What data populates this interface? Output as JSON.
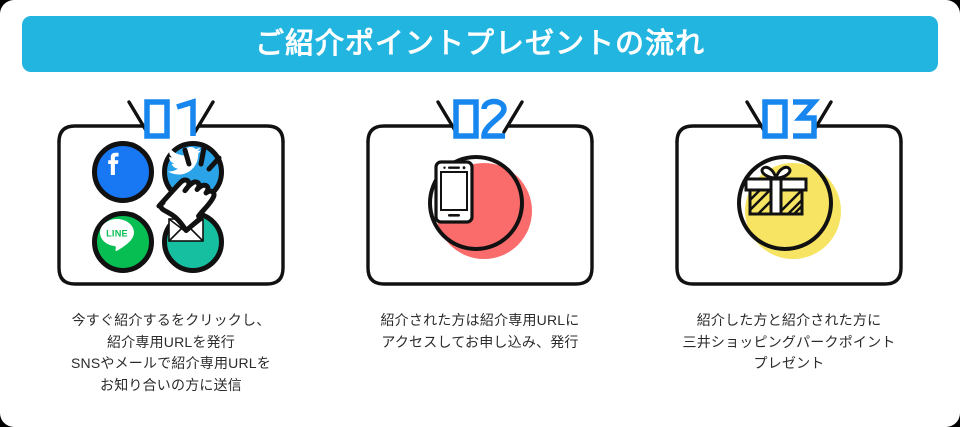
{
  "page": {
    "background_color": "#000000",
    "surface_color": "#ffffff"
  },
  "header": {
    "title": "ご紹介ポイントプレゼントの流れ",
    "background_color": "#22b5e0",
    "text_color": "#ffffff"
  },
  "steps": [
    {
      "number": "01",
      "number_color": "#1787ef",
      "icons": [
        {
          "name": "facebook-icon",
          "label": "f",
          "color": "#1877f2"
        },
        {
          "name": "twitter-icon",
          "label": "Twitter",
          "color": "#2ba3e8"
        },
        {
          "name": "line-icon",
          "label": "LINE",
          "color": "#06be52"
        },
        {
          "name": "mail-icon",
          "label": "Mail",
          "color": "#16bfa0"
        }
      ],
      "pointer": "pointing-hand-cursor",
      "caption_lines": [
        "今すぐ紹介するをクリックし、",
        "紹介専用URLを発行",
        "SNSやメールで紹介専用URLを",
        "お知り合いの方に送信"
      ]
    },
    {
      "number": "02",
      "number_color": "#1787ef",
      "badge": {
        "name": "smartphone-icon",
        "fill_color": "#fa6b6b"
      },
      "caption_lines": [
        "紹介された方は紹介専用URLに",
        "アクセスしてお申し込み、発行"
      ]
    },
    {
      "number": "03",
      "number_color": "#1787ef",
      "badge": {
        "name": "gift-icon",
        "fill_color": "#f7e463"
      },
      "caption_lines": [
        "紹介した方と紹介された方に",
        "三井ショッピングパークポイント",
        "プレゼント"
      ]
    }
  ]
}
